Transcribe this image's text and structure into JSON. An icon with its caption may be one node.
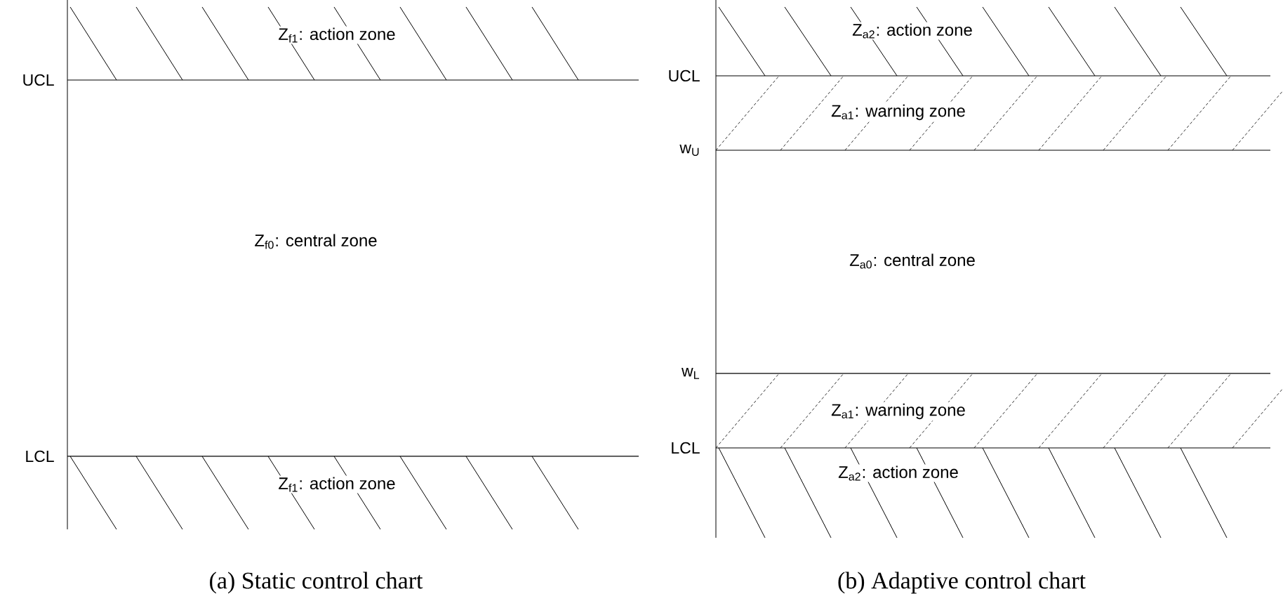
{
  "diagram": {
    "nodes": [
      {
        "text": [
          "Z$_{f1}$: action zone"
        ]
      },
      {
        "text": [
          "Z$_{f0}$: central zone"
        ]
      },
      {
        "text": [
          "Z$_{f1}$: action zone"
        ]
      },
      {
        "text": [
          "Z$_{a2}$: action zone"
        ]
      },
      {
        "text": [
          "Z$_{a1}$: warning zone"
        ]
      },
      {
        "text": [
          "Z$_{a0}$: central zone"
        ]
      },
      {
        "text": [
          "Z$_{a1}$: warning zone"
        ]
      },
      {
        "text": [
          "Z$_{a2}$: action zone"
        ]
      }
    ],
    "labels": [
      "UCL",
      "LCL",
      "(a) Static control chart",
      "UCL",
      "w$_{U}$",
      "w$_{L}$",
      "LCL",
      "(b) Adaptive control chart"
    ]
  }
}
